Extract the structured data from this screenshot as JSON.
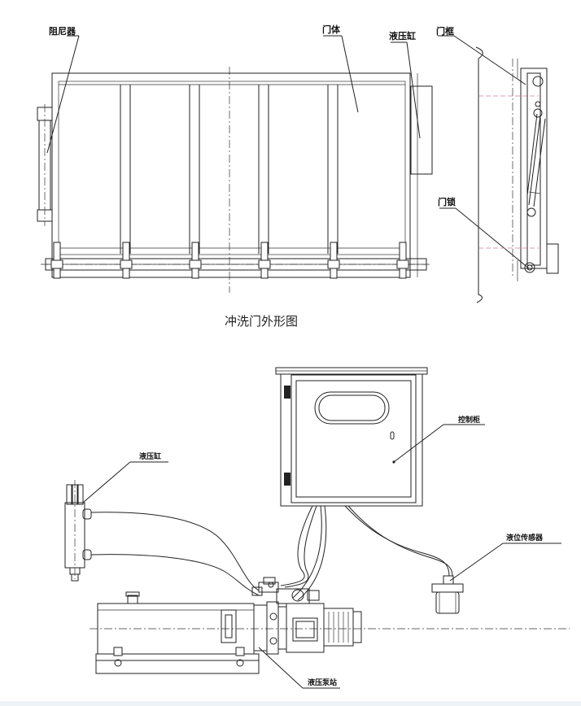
{
  "figure_top": {
    "caption": "冲洗门外形图",
    "labels": {
      "damper": "阻尼器",
      "door_body": "门体",
      "hydraulic_cylinder": "液压缸",
      "door_frame": "门框",
      "door_lock": "门锁"
    }
  },
  "figure_bottom": {
    "labels": {
      "control_cabinet": "控制柜",
      "hydraulic_cylinder": "液压缸",
      "level_sensor": "液位传感器",
      "pump_station": "液压泵站"
    }
  },
  "colors": {
    "line": "#222222",
    "centerline_pink": "#d27aa8",
    "background": "#ffffff"
  }
}
